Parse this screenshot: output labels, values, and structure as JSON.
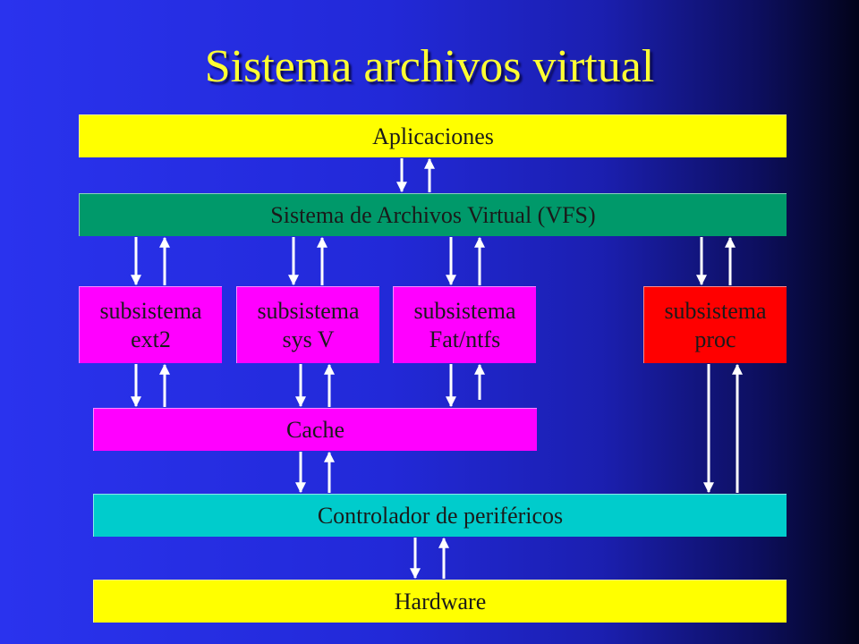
{
  "title": "Sistema archivos virtual",
  "layers": {
    "apps": "Aplicaciones",
    "vfs": "Sistema de Archivos Virtual (VFS)",
    "cache": "Cache",
    "drivers": "Controlador de periféricos",
    "hardware": "Hardware"
  },
  "subsystems": [
    {
      "line1": "subsistema",
      "line2": "ext2"
    },
    {
      "line1": "subsistema",
      "line2": "sys V"
    },
    {
      "line1": "subsistema",
      "line2": "Fat/ntfs"
    },
    {
      "line1": "subsistema",
      "line2": "proc"
    }
  ],
  "colors": {
    "title": "#ffff33",
    "apps": "#ffff00",
    "vfs": "#00996a",
    "subsystem": "#ff00ff",
    "proc": "#ff0000",
    "cache": "#ff00ff",
    "drivers": "#00cccc",
    "hardware": "#ffff00",
    "arrow": "#ffffff"
  }
}
